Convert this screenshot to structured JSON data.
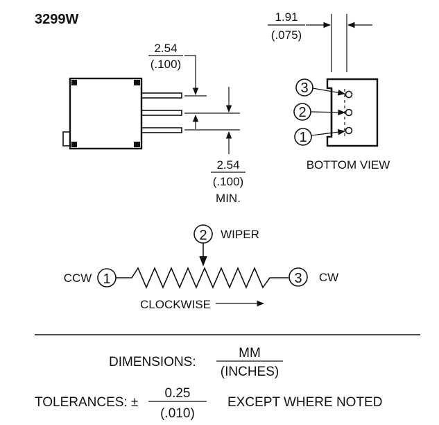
{
  "title": "3299W",
  "side_view": {
    "pin_spacing": {
      "mm": "2.54",
      "inches": "(.100)"
    },
    "pin_length": {
      "mm": "2.54",
      "inches": "(.100)",
      "note": "MIN."
    }
  },
  "bottom_view": {
    "width": {
      "mm": "1.91",
      "inches": "(.075)"
    },
    "label": "BOTTOM VIEW",
    "pins": [
      "3",
      "2",
      "1"
    ]
  },
  "schematic": {
    "pin1": "1",
    "pin2": "2",
    "pin3": "3",
    "ccw_label": "CCW",
    "cw_label": "CW",
    "wiper_label": "WIPER",
    "clockwise_label": "CLOCKWISE"
  },
  "footer": {
    "dimensions_label": "DIMENSIONS:",
    "units_mm": "MM",
    "units_inches": "(INCHES)",
    "tolerances_label": "TOLERANCES: ±",
    "tolerance_mm": "0.25",
    "tolerance_inches": "(.010)",
    "tolerance_note": "EXCEPT WHERE NOTED"
  }
}
